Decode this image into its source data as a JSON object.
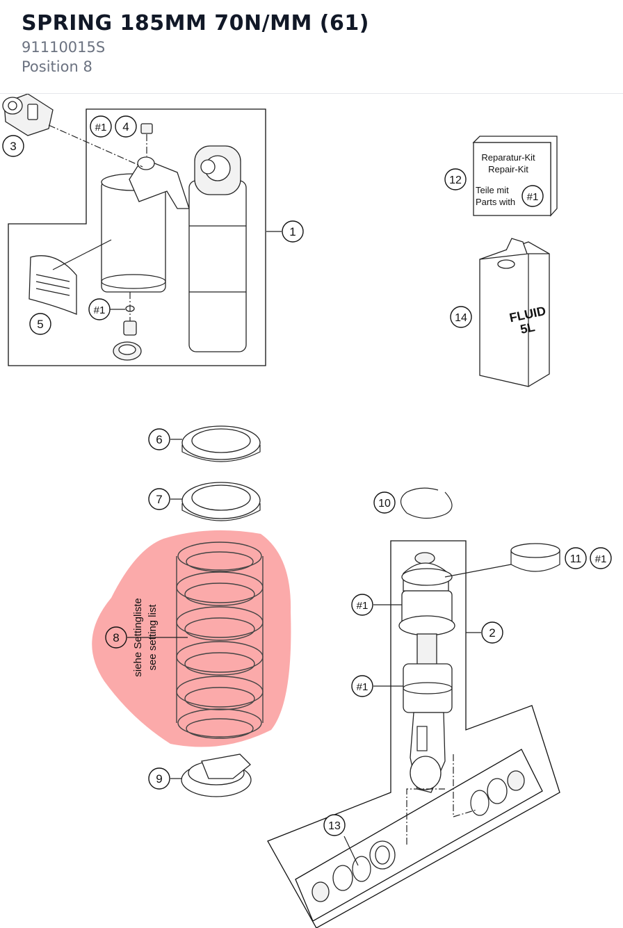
{
  "header": {
    "title": "SPRING 185MM 70N/MM (61)",
    "part_number": "91110015S",
    "position": "Position 8"
  },
  "diagram": {
    "callouts": {
      "c1": "1",
      "c2": "2",
      "c3": "3",
      "c4": "4",
      "c5": "5",
      "c6": "6",
      "c7": "7",
      "c8": "8",
      "c9": "9",
      "c10": "10",
      "c11": "11",
      "c12": "12",
      "c13": "13",
      "c14": "14",
      "ref": "#1"
    },
    "repair_kit": {
      "line1": "Reparatur-Kit",
      "line2": "Repair-Kit",
      "line3": "Teile mit",
      "line4": "Parts with"
    },
    "fluid": {
      "line1": "FLUID",
      "line2": "5L"
    },
    "spring_note": {
      "de": "siehe Settingliste",
      "en": "see setting list"
    },
    "highlight_color": "#f87171"
  }
}
